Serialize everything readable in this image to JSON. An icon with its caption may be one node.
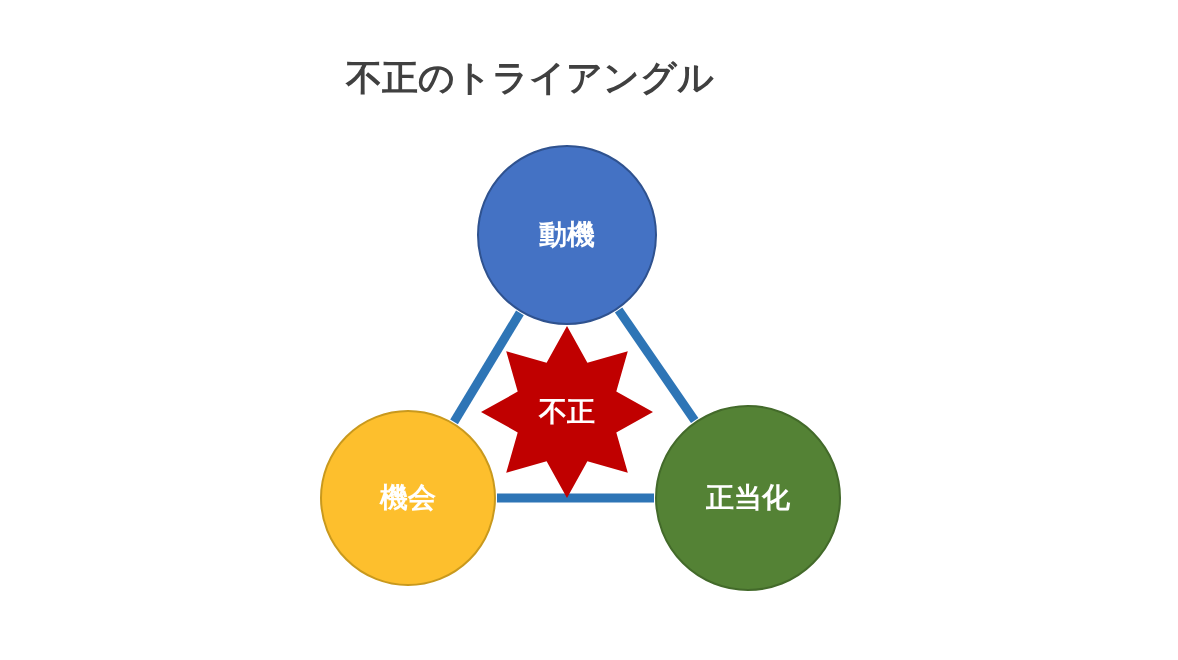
{
  "diagram": {
    "title": "不正のトライアングル",
    "nodes": [
      {
        "text": [
          "動機"
        ]
      },
      {
        "text": [
          "不正"
        ]
      },
      {
        "text": [
          "機会"
        ]
      },
      {
        "text": [
          "正当化"
        ]
      }
    ],
    "edges": [
      {
        "from": 0,
        "to": 3,
        "arrow": "none"
      },
      {
        "from": 3,
        "to": 2,
        "arrow": "none"
      },
      {
        "from": 2,
        "to": 0,
        "arrow": "none"
      }
    ]
  }
}
